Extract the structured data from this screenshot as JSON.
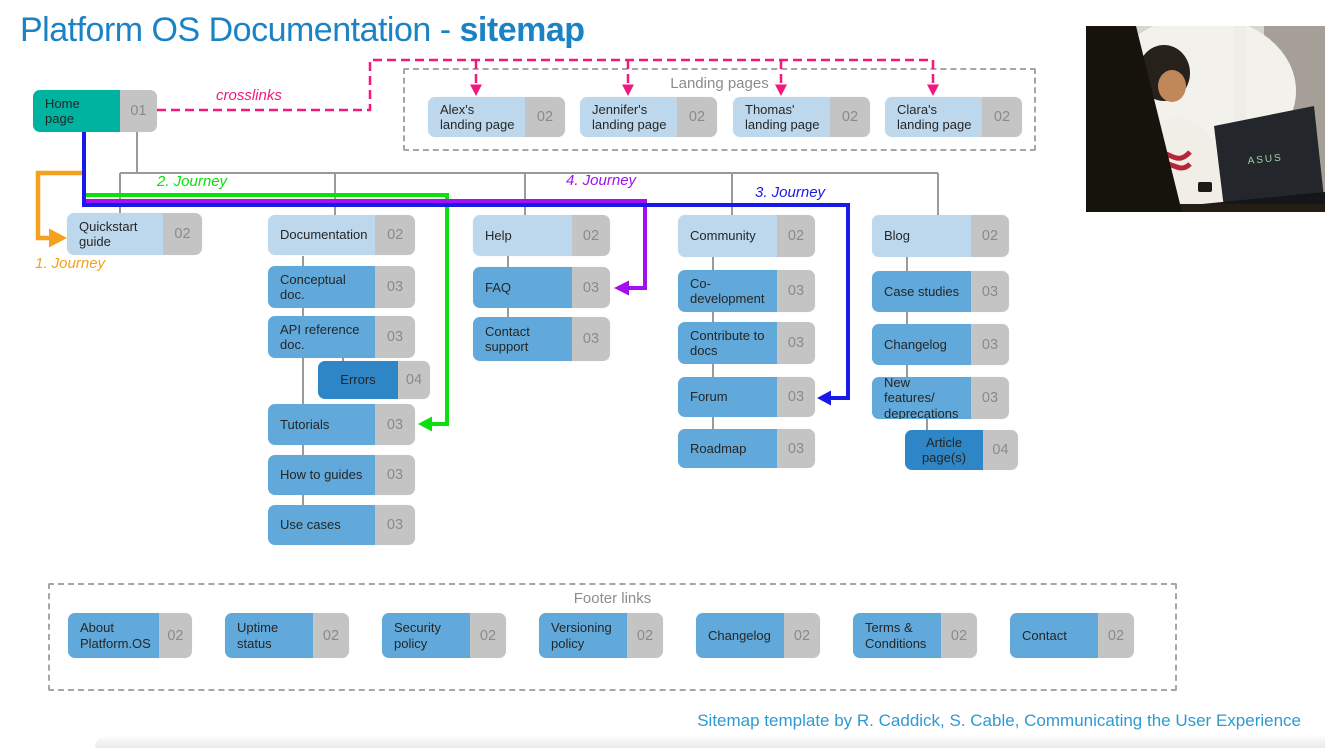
{
  "title": {
    "regular": "Platform OS Documentation - ",
    "bold": "sitemap"
  },
  "attribution": "Sitemap template by R. Caddick, S. Cable, Communicating the User Experience",
  "groups": {
    "landing": "Landing pages",
    "footer": "Footer links"
  },
  "crosslinks_label": "crosslinks",
  "journeys": [
    {
      "label": "1. Journey",
      "color": "#F5A11E"
    },
    {
      "label": "2. Journey",
      "color": "#0CE00C"
    },
    {
      "label": "3. Journey",
      "color": "#1A1AE8"
    },
    {
      "label": "4. Journey",
      "color": "#A010F0"
    }
  ],
  "colors": {
    "title_blue": "#1A83C6",
    "level_01_teal": "#00B3A0",
    "level_02_light_blue": "#BDD8ED",
    "level_03_blue": "#60A9DA",
    "level_04_dark_blue": "#2E86C7",
    "badge_gray": "#C4C4C4",
    "crosslink_pink": "#F2197E",
    "tree_line_gray": "#9A9A9A",
    "attribution_blue": "#2D9AD2"
  },
  "photo": {
    "description": "man working on laptop",
    "laptop_logo": "ASUS"
  },
  "nodes": [
    {
      "id": "home",
      "label": "Home page",
      "num": "01"
    },
    {
      "id": "alex",
      "label": "Alex's landing page",
      "num": "02"
    },
    {
      "id": "jennifer",
      "label": "Jennifer's landing page",
      "num": "02"
    },
    {
      "id": "thomas",
      "label": "Thomas' landing page",
      "num": "02"
    },
    {
      "id": "clara",
      "label": "Clara's landing page",
      "num": "02"
    },
    {
      "id": "quickstart",
      "label": "Quickstart guide",
      "num": "02"
    },
    {
      "id": "documentation",
      "label": "Documentation",
      "num": "02"
    },
    {
      "id": "conceptual",
      "label": "Conceptual doc.",
      "num": "03"
    },
    {
      "id": "api",
      "label": "API reference doc.",
      "num": "03"
    },
    {
      "id": "errors",
      "label": "Errors",
      "num": "04"
    },
    {
      "id": "tutorials",
      "label": "Tutorials",
      "num": "03"
    },
    {
      "id": "howto",
      "label": "How to guides",
      "num": "03"
    },
    {
      "id": "usecases",
      "label": "Use cases",
      "num": "03"
    },
    {
      "id": "help",
      "label": "Help",
      "num": "02"
    },
    {
      "id": "faq",
      "label": "FAQ",
      "num": "03"
    },
    {
      "id": "contactsupport",
      "label": "Contact support",
      "num": "03"
    },
    {
      "id": "community",
      "label": "Community",
      "num": "02"
    },
    {
      "id": "codev",
      "label": "Co-development",
      "num": "03"
    },
    {
      "id": "contribute",
      "label": "Contribute to docs",
      "num": "03"
    },
    {
      "id": "forum",
      "label": "Forum",
      "num": "03"
    },
    {
      "id": "roadmap",
      "label": "Roadmap",
      "num": "03"
    },
    {
      "id": "blog",
      "label": "Blog",
      "num": "02"
    },
    {
      "id": "casestudies",
      "label": "Case studies",
      "num": "03"
    },
    {
      "id": "changelog",
      "label": "Changelog",
      "num": "03"
    },
    {
      "id": "newfeatures",
      "label": "New features/deprecations",
      "num": "03"
    },
    {
      "id": "articles",
      "label": "Article page(s)",
      "num": "04"
    },
    {
      "id": "about",
      "label": "About Platform.OS",
      "num": "02"
    },
    {
      "id": "uptime",
      "label": "Uptime status",
      "num": "02"
    },
    {
      "id": "security",
      "label": "Security policy",
      "num": "02"
    },
    {
      "id": "versioning",
      "label": "Versioning policy",
      "num": "02"
    },
    {
      "id": "changelog_footer",
      "label": "Changelog",
      "num": "02"
    },
    {
      "id": "terms",
      "label": "Terms & Conditions",
      "num": "02"
    },
    {
      "id": "contact_footer",
      "label": "Contact",
      "num": "02"
    }
  ]
}
